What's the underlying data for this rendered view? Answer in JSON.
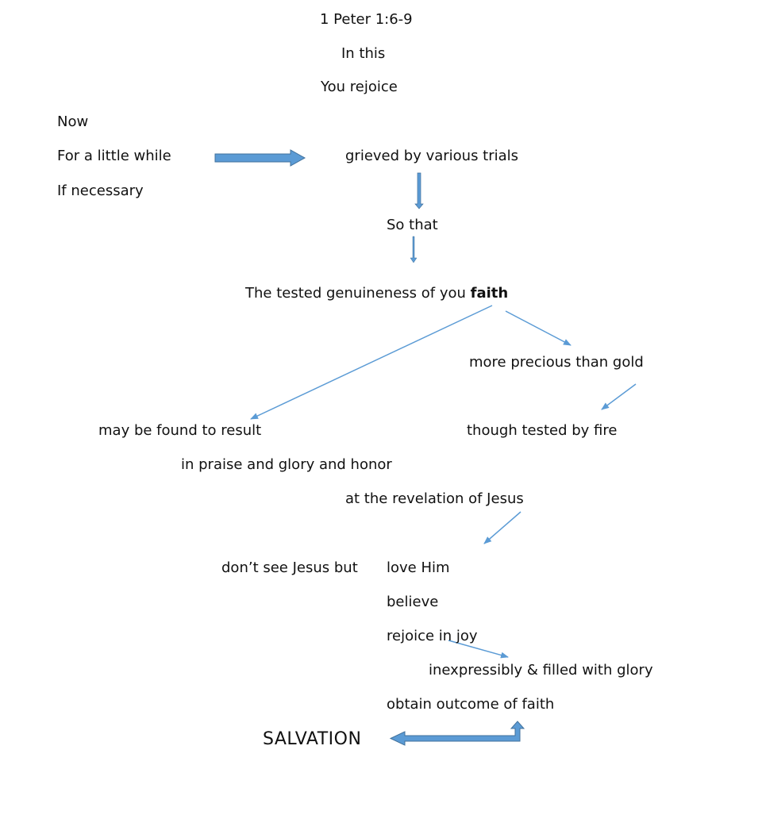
{
  "title": "1 Peter 1:6-9",
  "lines": {
    "in_this": "In this",
    "you_rejoice": "You rejoice",
    "now": "Now",
    "little_while": "For a little while",
    "if_necessary": "If necessary",
    "grieved": "grieved by various trials",
    "so_that": "So that",
    "tested_prefix": "The tested genuineness of you ",
    "tested_faith": "faith",
    "precious": "more precious than gold",
    "found_result": "may be found to result",
    "tested_fire": "though tested by fire",
    "praise": "in praise and glory and honor",
    "revelation": "at the revelation of Jesus",
    "dont_see": "don’t see Jesus but",
    "love_him": "love Him",
    "believe": "believe",
    "rejoice_joy": "rejoice in joy",
    "inexpressibly": "inexpressibly & filled with glory",
    "obtain": "obtain outcome of faith",
    "salvation": "SALVATION"
  },
  "colors": {
    "arrow": "#5b9bd5",
    "arrow_stroke": "#41719c"
  }
}
